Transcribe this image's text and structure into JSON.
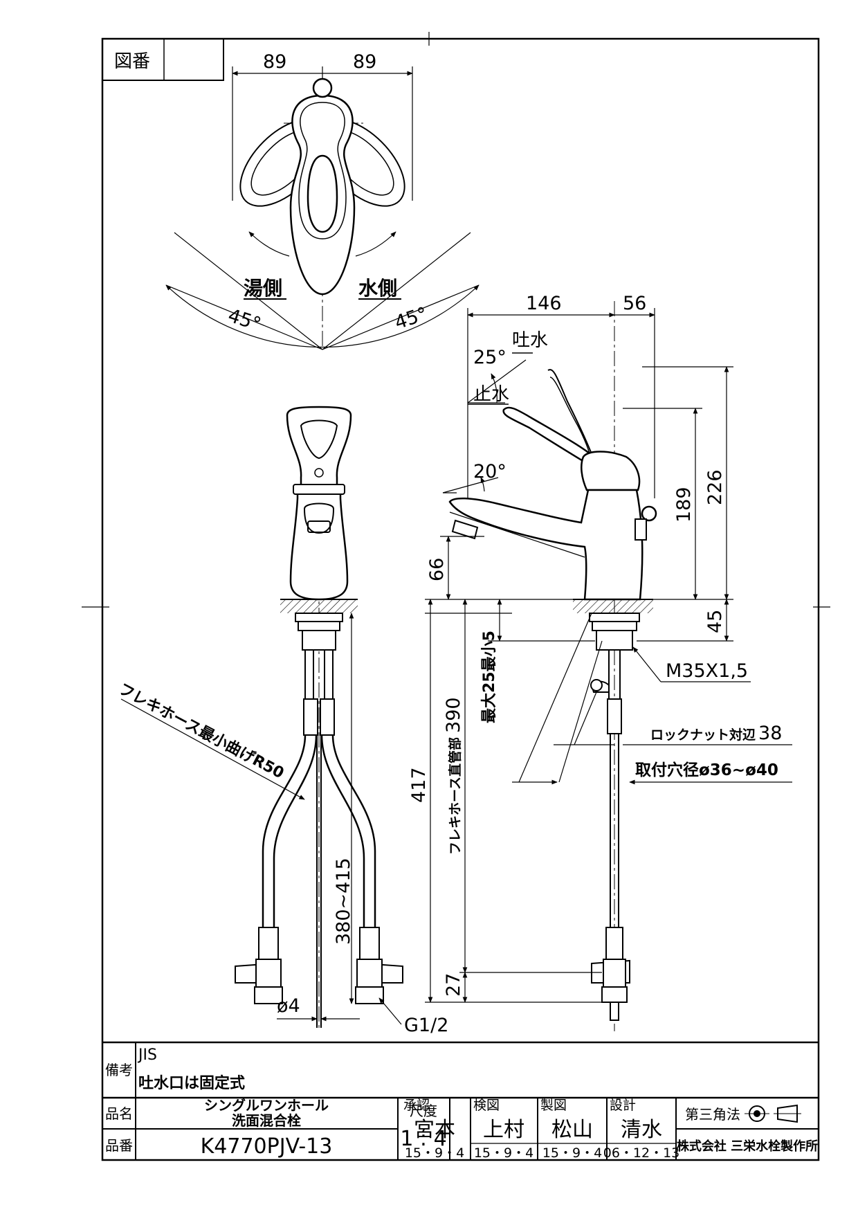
{
  "drawing": {
    "fig_no_label": "図番",
    "top_view": {
      "dim_left": "89",
      "dim_right": "89",
      "hot_side": "湯側",
      "cold_side": "水側",
      "angle_left": "45°",
      "angle_right": "45°"
    },
    "side_view": {
      "dim_146": "146",
      "dim_56": "56",
      "water_on": "吐水",
      "water_off": "止水",
      "angle_25": "25°",
      "angle_20": "20°",
      "dim_226": "226",
      "dim_189": "189",
      "dim_66": "66",
      "dim_45": "45",
      "thread": "M35X1,5",
      "dim_417": "417",
      "hose_length_label": "フレキホース直管部",
      "hose_length_value": "390",
      "thickness_label": "最大25最小5",
      "dim_27": "27",
      "locknut": "ロックナット対辺",
      "locknut_value": "38",
      "hole": "取付穴径ø36~ø40"
    },
    "front_view": {
      "hose_bend": "フレキホース最小曲げR50",
      "dim_380_415": "380~415",
      "dia_4": "ø4",
      "g12": "G1/2"
    }
  },
  "title_block": {
    "remarks_label": "備考",
    "remark_1": "JIS",
    "remark_2": "吐水口は固定式",
    "name_label": "品名",
    "name_line1": "シングルワンホール",
    "name_line2": "洗面混合栓",
    "number_label": "品番",
    "number": "K4770PJV-13",
    "scale_label": "尺度",
    "scale": "1 : 4",
    "approved_label": "承認",
    "approved_name": "宮本",
    "approved_date": "15・9・4",
    "checked_label": "検図",
    "checked_name": "上村",
    "checked_date": "15・9・4",
    "drawn_label": "製図",
    "drawn_name": "松山",
    "drawn_date": "15・9・4",
    "design_label": "設計",
    "design_name": "清水",
    "design_date": "06・12・13",
    "projection": "第三角法",
    "company": "株式会社 三栄水栓製作所"
  }
}
